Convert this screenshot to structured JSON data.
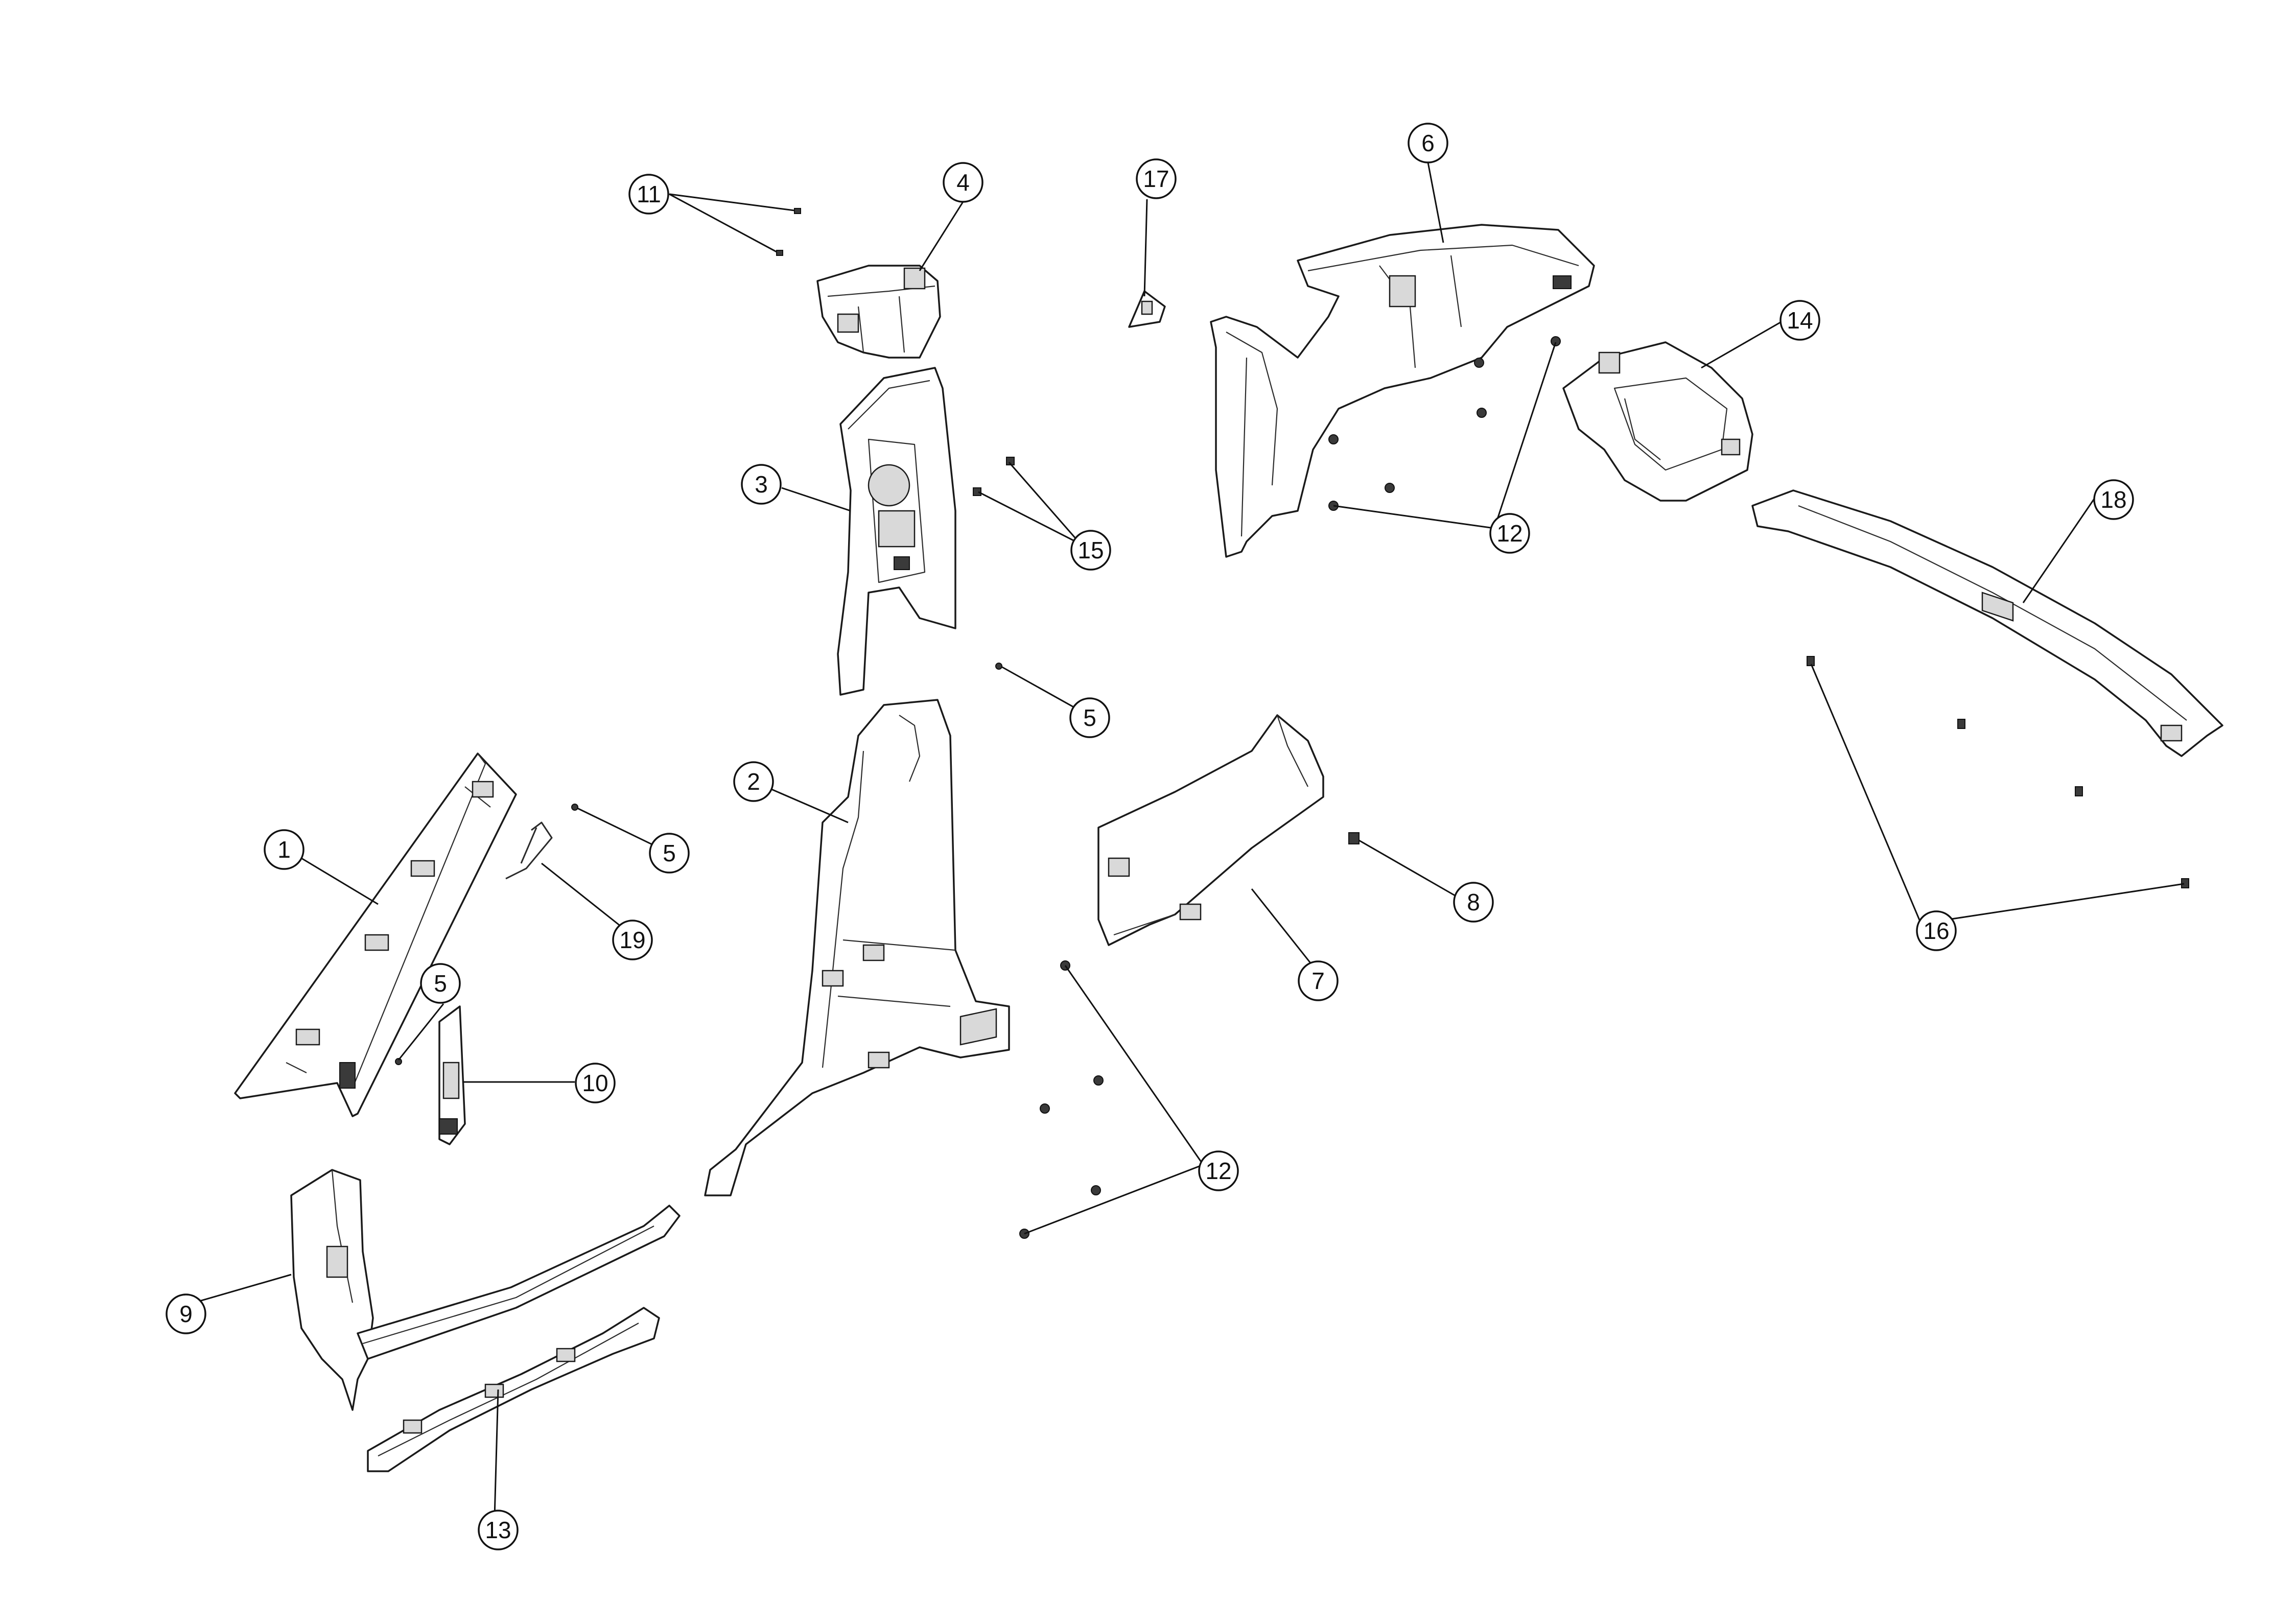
{
  "callouts": {
    "c1": "1",
    "c2": "2",
    "c3": "3",
    "c4": "4",
    "c5a": "5",
    "c5b": "5",
    "c5c": "5",
    "c6": "6",
    "c7": "7",
    "c8": "8",
    "c9": "9",
    "c10": "10",
    "c11": "11",
    "c12a": "12",
    "c12b": "12",
    "c13": "13",
    "c14": "14",
    "c15": "15",
    "c16": "16",
    "c17": "17",
    "c18": "18",
    "c19": "19"
  }
}
